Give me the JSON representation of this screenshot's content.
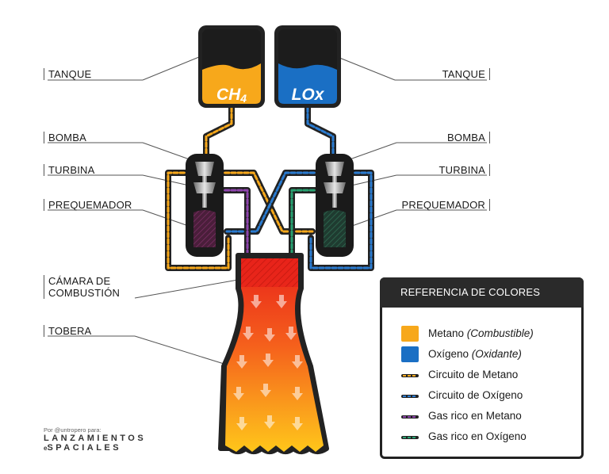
{
  "labels": {
    "tank_left": "TANQUE",
    "tank_right": "TANQUE",
    "pump_left": "BOMBA",
    "pump_right": "BOMBA",
    "turbine_left": "TURBINA",
    "turbine_right": "TURBINA",
    "preburner_left": "PREQUEMADOR",
    "preburner_right": "PREQUEMADOR",
    "chamber_line1": "CÁMARA DE",
    "chamber_line2": "COMBUSTIÓN",
    "nozzle": "TOBERA"
  },
  "tanks": {
    "methane": "CH4",
    "lox": "LOx"
  },
  "legend": {
    "title": "REFERENCIA DE COLORES",
    "items": [
      {
        "text": "Metano ",
        "note": "(Combustible)",
        "kind": "solid",
        "color": "#f7a81b"
      },
      {
        "text": "Oxígeno ",
        "note": "(Oxidante)",
        "kind": "solid",
        "color": "#1a6fc4"
      },
      {
        "text": "Circuito de Metano",
        "note": "",
        "kind": "dash",
        "color": "#f7a81b"
      },
      {
        "text": "Circuito de Oxígeno",
        "note": "",
        "kind": "dash",
        "color": "#2a7bd0"
      },
      {
        "text": "Gas rico en Metano",
        "note": "",
        "kind": "dash",
        "color": "#8e44ad"
      },
      {
        "text": "Gas rico en Oxígeno",
        "note": "",
        "kind": "dash",
        "color": "#27a070"
      }
    ]
  },
  "credit": {
    "by": "Por @untropero para:",
    "line1": "LANZAMIENTOS",
    "line2_prefix": "e",
    "line2": "SPACIALES"
  },
  "colors": {
    "methane": "#f7a81b",
    "oxygen": "#1a6fc4",
    "methane_gas": "#8e44ad",
    "oxygen_gas": "#27a070",
    "outline": "#222222",
    "flame_top": "#e8231a",
    "flame_bottom": "#ffc61a"
  }
}
